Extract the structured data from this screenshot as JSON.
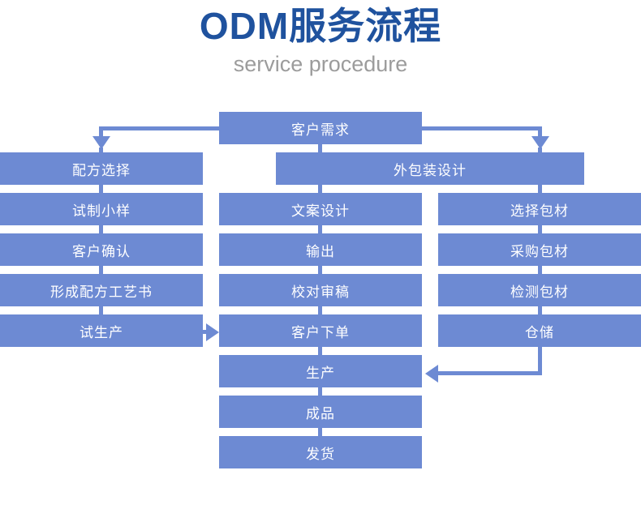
{
  "header": {
    "title": "ODM服务流程",
    "subtitle": "service procedure",
    "title_color": "#1f529e",
    "subtitle_color": "#9c9c9c"
  },
  "theme": {
    "box_fill": "#6d8ad3",
    "box_text": "#ffffff",
    "connector": "#6d8ad3",
    "background": "#ffffff"
  },
  "chart_data": {
    "type": "diagram",
    "title": "ODM服务流程",
    "subtitle": "service procedure",
    "nodes": [
      {
        "id": "n0",
        "label": "客户需求",
        "column": "center",
        "row": 0
      },
      {
        "id": "n1",
        "label": "配方选择",
        "column": "left",
        "row": 1
      },
      {
        "id": "n2",
        "label": "外包装设计",
        "column": "wide",
        "row": 1
      },
      {
        "id": "n3",
        "label": "试制小样",
        "column": "left",
        "row": 2
      },
      {
        "id": "n4",
        "label": "文案设计",
        "column": "middle",
        "row": 2
      },
      {
        "id": "n5",
        "label": "选择包材",
        "column": "right",
        "row": 2
      },
      {
        "id": "n6",
        "label": "客户确认",
        "column": "left",
        "row": 3
      },
      {
        "id": "n7",
        "label": "输出",
        "column": "middle",
        "row": 3
      },
      {
        "id": "n8",
        "label": "采购包材",
        "column": "right",
        "row": 3
      },
      {
        "id": "n9",
        "label": "形成配方工艺书",
        "column": "left",
        "row": 4
      },
      {
        "id": "n10",
        "label": "校对审稿",
        "column": "middle",
        "row": 4
      },
      {
        "id": "n11",
        "label": "检测包材",
        "column": "right",
        "row": 4
      },
      {
        "id": "n12",
        "label": "试生产",
        "column": "left",
        "row": 5
      },
      {
        "id": "n13",
        "label": "客户下单",
        "column": "middle",
        "row": 5
      },
      {
        "id": "n14",
        "label": "仓储",
        "column": "right",
        "row": 5
      },
      {
        "id": "n15",
        "label": "生产",
        "column": "middle",
        "row": 6
      },
      {
        "id": "n16",
        "label": "成品",
        "column": "middle",
        "row": 7
      },
      {
        "id": "n17",
        "label": "发货",
        "column": "middle",
        "row": 8
      }
    ],
    "edges": [
      {
        "from": "n0",
        "to": "n1",
        "style": "branch-left-down"
      },
      {
        "from": "n0",
        "to": "n2",
        "style": "branch-right-down"
      },
      {
        "from": "n1",
        "to": "n3",
        "style": "down"
      },
      {
        "from": "n3",
        "to": "n6",
        "style": "down"
      },
      {
        "from": "n6",
        "to": "n9",
        "style": "down"
      },
      {
        "from": "n9",
        "to": "n12",
        "style": "down"
      },
      {
        "from": "n12",
        "to": "n13",
        "style": "right-arrow"
      },
      {
        "from": "n2",
        "to": "n4",
        "style": "down"
      },
      {
        "from": "n2",
        "to": "n5",
        "style": "down"
      },
      {
        "from": "n4",
        "to": "n7",
        "style": "down"
      },
      {
        "from": "n7",
        "to": "n10",
        "style": "down"
      },
      {
        "from": "n10",
        "to": "n13",
        "style": "down"
      },
      {
        "from": "n13",
        "to": "n15",
        "style": "down"
      },
      {
        "from": "n5",
        "to": "n8",
        "style": "down"
      },
      {
        "from": "n8",
        "to": "n11",
        "style": "down"
      },
      {
        "from": "n11",
        "to": "n14",
        "style": "down"
      },
      {
        "from": "n14",
        "to": "n15",
        "style": "down-then-left-arrow"
      },
      {
        "from": "n15",
        "to": "n16",
        "style": "down"
      },
      {
        "from": "n16",
        "to": "n17",
        "style": "down"
      }
    ]
  }
}
